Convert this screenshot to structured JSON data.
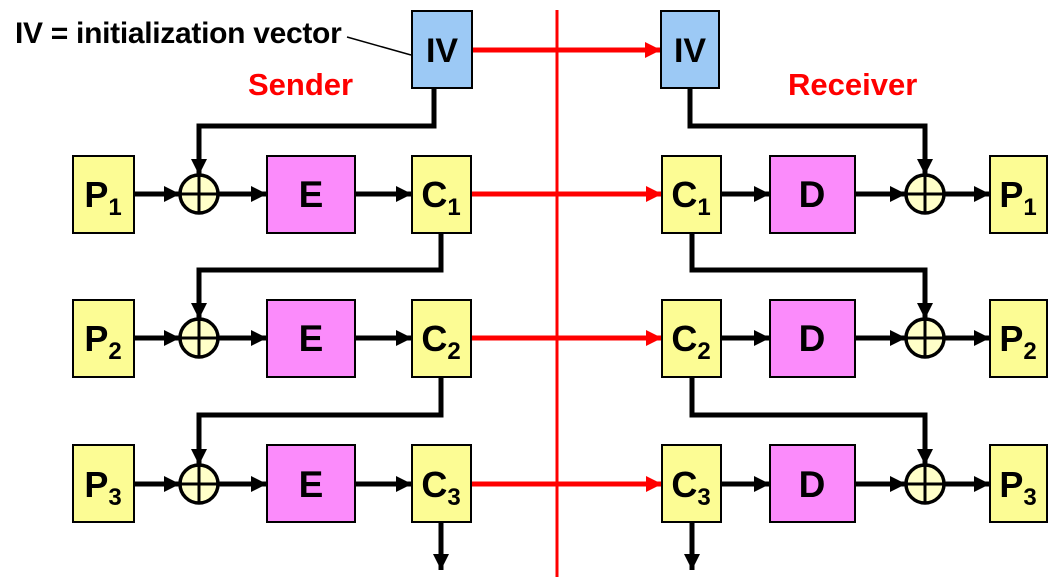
{
  "diagram": {
    "annotation": "IV = initialization vector",
    "sender_label": "Sender",
    "receiver_label": "Receiver",
    "iv_label": "IV",
    "encrypt_label": "E",
    "decrypt_label": "D",
    "xor_symbol": "⊕",
    "rows": [
      {
        "plain_label": "P",
        "cipher_label": "C",
        "sub": "1"
      },
      {
        "plain_label": "P",
        "cipher_label": "C",
        "sub": "2"
      },
      {
        "plain_label": "P",
        "cipher_label": "C",
        "sub": "3"
      }
    ],
    "colors": {
      "plaintext_box": "#FCFC94",
      "cipher_box": "#FCFC94",
      "crypto_box": "#FB8BFB",
      "iv_box": "#9CC9F5",
      "xor_fill": "#FFFFC8",
      "transmission_red": "#FF0000",
      "label_red": "#FF0000",
      "line_black": "#000000"
    }
  }
}
